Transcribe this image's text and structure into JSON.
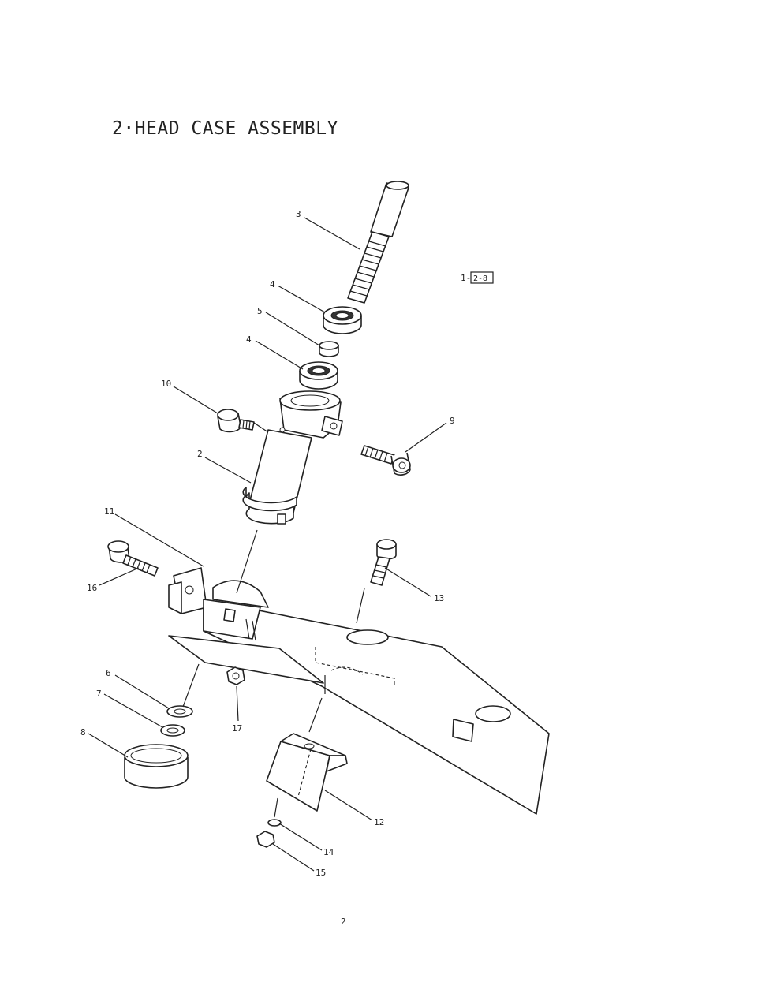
{
  "title": "2·HEAD CASE ASSEMBLY",
  "reference": {
    "prefix": "1-",
    "boxed": "2-8"
  },
  "page_number": "2",
  "callouts": [
    {
      "id": "c3",
      "label": "3"
    },
    {
      "id": "c4a",
      "label": "4"
    },
    {
      "id": "c5",
      "label": "5"
    },
    {
      "id": "c4b",
      "label": "4"
    },
    {
      "id": "c10",
      "label": "10"
    },
    {
      "id": "c9",
      "label": "9"
    },
    {
      "id": "c2",
      "label": "2"
    },
    {
      "id": "c11",
      "label": "11"
    },
    {
      "id": "c16",
      "label": "16"
    },
    {
      "id": "c13",
      "label": "13"
    },
    {
      "id": "c6",
      "label": "6"
    },
    {
      "id": "c7",
      "label": "7"
    },
    {
      "id": "c8",
      "label": "8"
    },
    {
      "id": "c17",
      "label": "17"
    },
    {
      "id": "c12",
      "label": "12"
    },
    {
      "id": "c14",
      "label": "14"
    },
    {
      "id": "c15",
      "label": "15"
    }
  ]
}
